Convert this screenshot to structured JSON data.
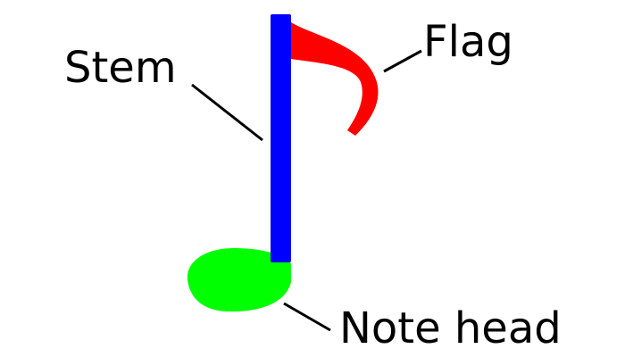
{
  "labels": {
    "stem": "Stem",
    "flag": "Flag",
    "note_head": "Note head"
  },
  "colors": {
    "stem": "#0000ff",
    "flag": "#ff0000",
    "note_head": "#00ff00",
    "leader_lines": "#000000",
    "text": "#000000",
    "background": "#ffffff"
  }
}
